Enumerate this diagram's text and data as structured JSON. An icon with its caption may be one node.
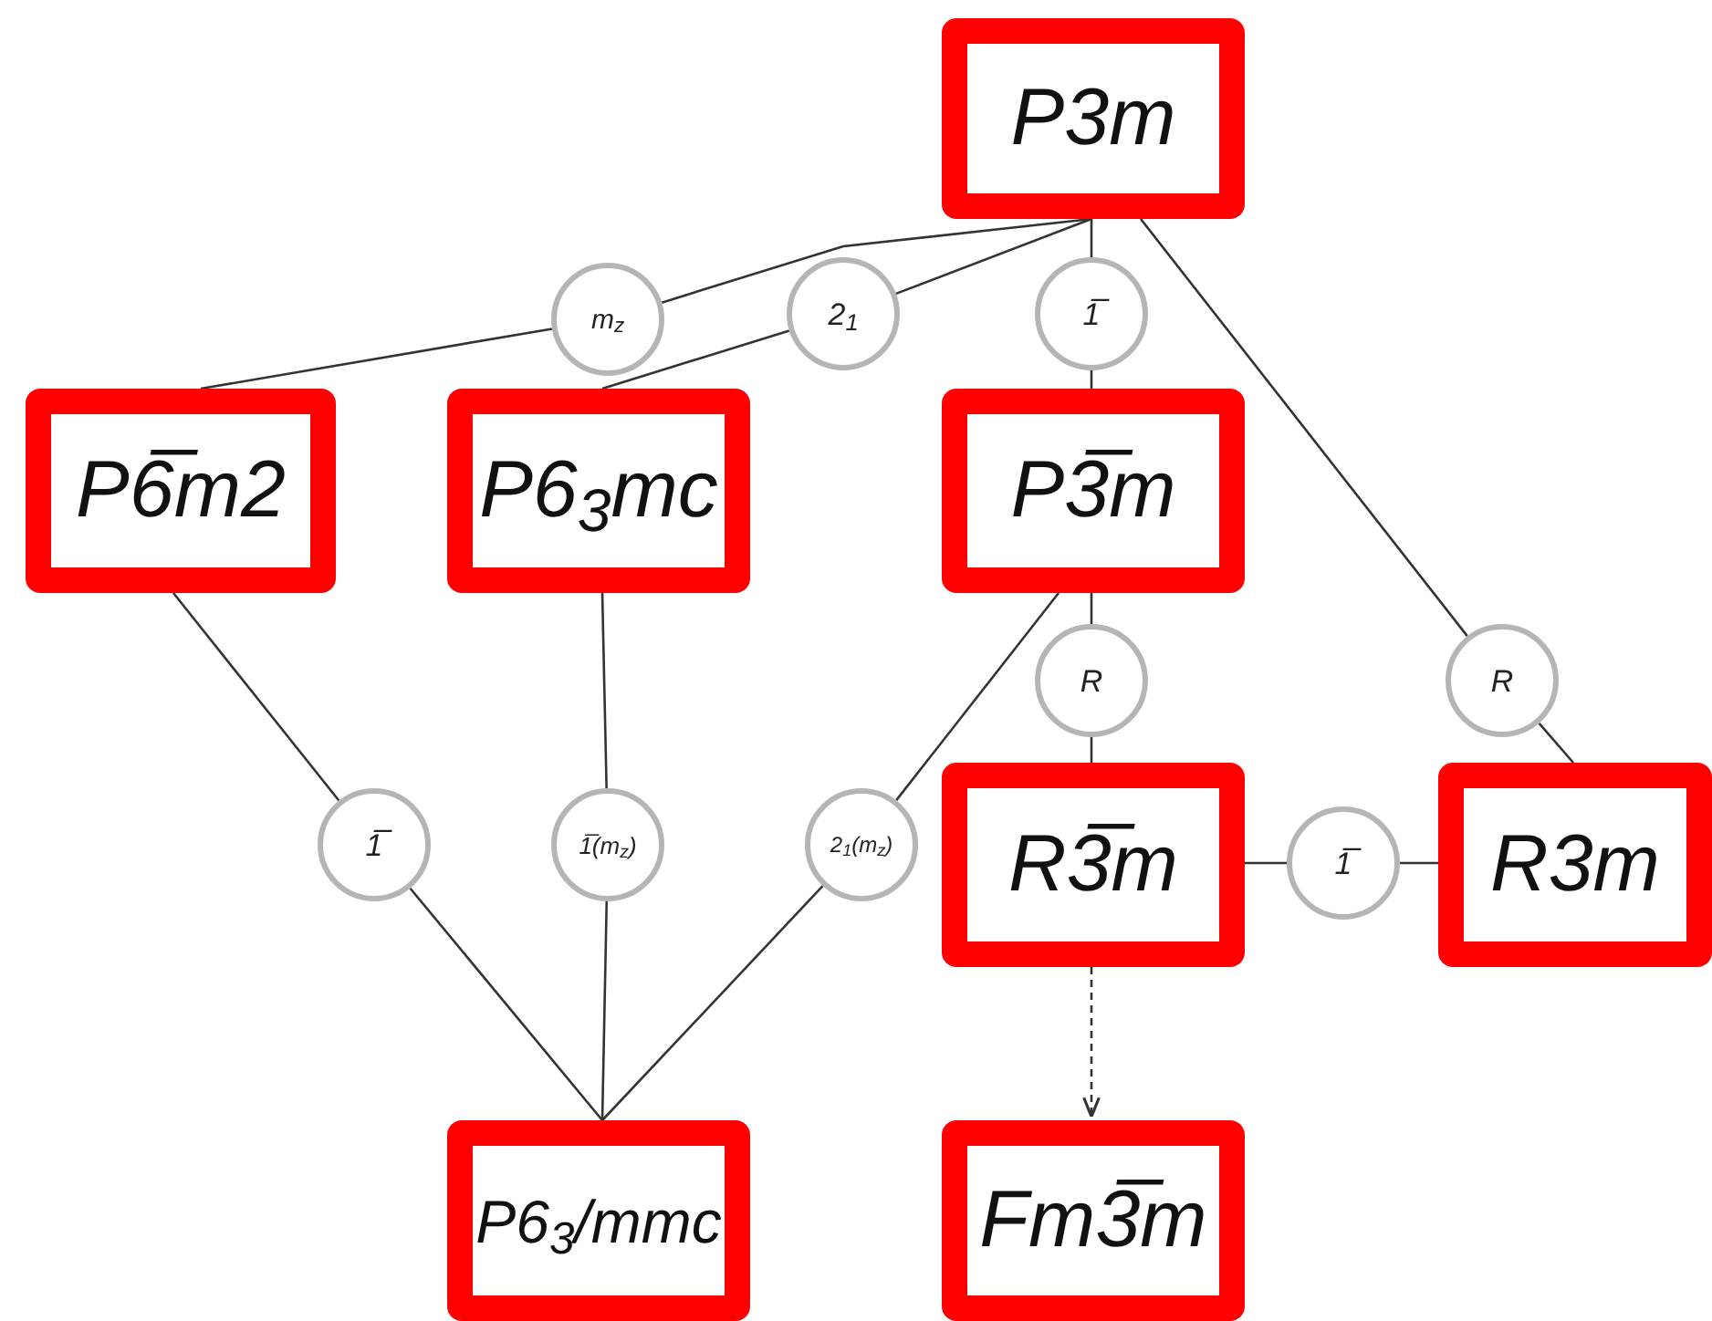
{
  "diagram": {
    "nodes": [
      {
        "text": [
          "P3m"
        ]
      },
      {
        "text": [
          "P6̅m2"
        ]
      },
      {
        "text": [
          "P6$_{3}$mc"
        ]
      },
      {
        "text": [
          "P3̅m"
        ]
      },
      {
        "text": [
          "R3̅m"
        ]
      },
      {
        "text": [
          "R3m"
        ]
      },
      {
        "text": [
          "P6$_{3}$/mmc"
        ]
      },
      {
        "text": [
          "Fm3̅m"
        ]
      },
      {
        "text": [
          "m$_{z}$"
        ]
      },
      {
        "text": [
          "2$_{1}$"
        ]
      },
      {
        "text": [
          "1̅"
        ]
      },
      {
        "text": [
          "R"
        ]
      },
      {
        "text": [
          "R"
        ]
      },
      {
        "text": [
          "1̅"
        ]
      },
      {
        "text": [
          "1̅(m$_{z}$)"
        ]
      },
      {
        "text": [
          "2$_{1}$(m$_{z}$)"
        ]
      },
      {
        "text": [
          "1̅"
        ]
      }
    ],
    "edges": [
      {
        "from": 0,
        "to": 8,
        "arrow": "none"
      },
      {
        "from": 8,
        "to": 1,
        "arrow": "none"
      },
      {
        "from": 0,
        "to": 9,
        "arrow": "none"
      },
      {
        "from": 9,
        "to": 2,
        "arrow": "none"
      },
      {
        "from": 0,
        "to": 10,
        "arrow": "none"
      },
      {
        "from": 10,
        "to": 3,
        "arrow": "none"
      },
      {
        "from": 0,
        "to": 11,
        "arrow": "none"
      },
      {
        "from": 11,
        "to": 5,
        "arrow": "none"
      },
      {
        "from": 1,
        "to": 13,
        "arrow": "none"
      },
      {
        "from": 13,
        "to": 6,
        "arrow": "none"
      },
      {
        "from": 2,
        "to": 14,
        "arrow": "none"
      },
      {
        "from": 14,
        "to": 6,
        "arrow": "none"
      },
      {
        "from": 3,
        "to": 15,
        "arrow": "none"
      },
      {
        "from": 15,
        "to": 6,
        "arrow": "none"
      },
      {
        "from": 3,
        "to": 12,
        "arrow": "none"
      },
      {
        "from": 12,
        "to": 4,
        "arrow": "none"
      },
      {
        "from": 4,
        "to": 16,
        "arrow": "none"
      },
      {
        "from": 16,
        "to": 5,
        "arrow": "none"
      },
      {
        "from": 4,
        "to": 7,
        "arrow": "to",
        "style": "dashed"
      }
    ]
  }
}
